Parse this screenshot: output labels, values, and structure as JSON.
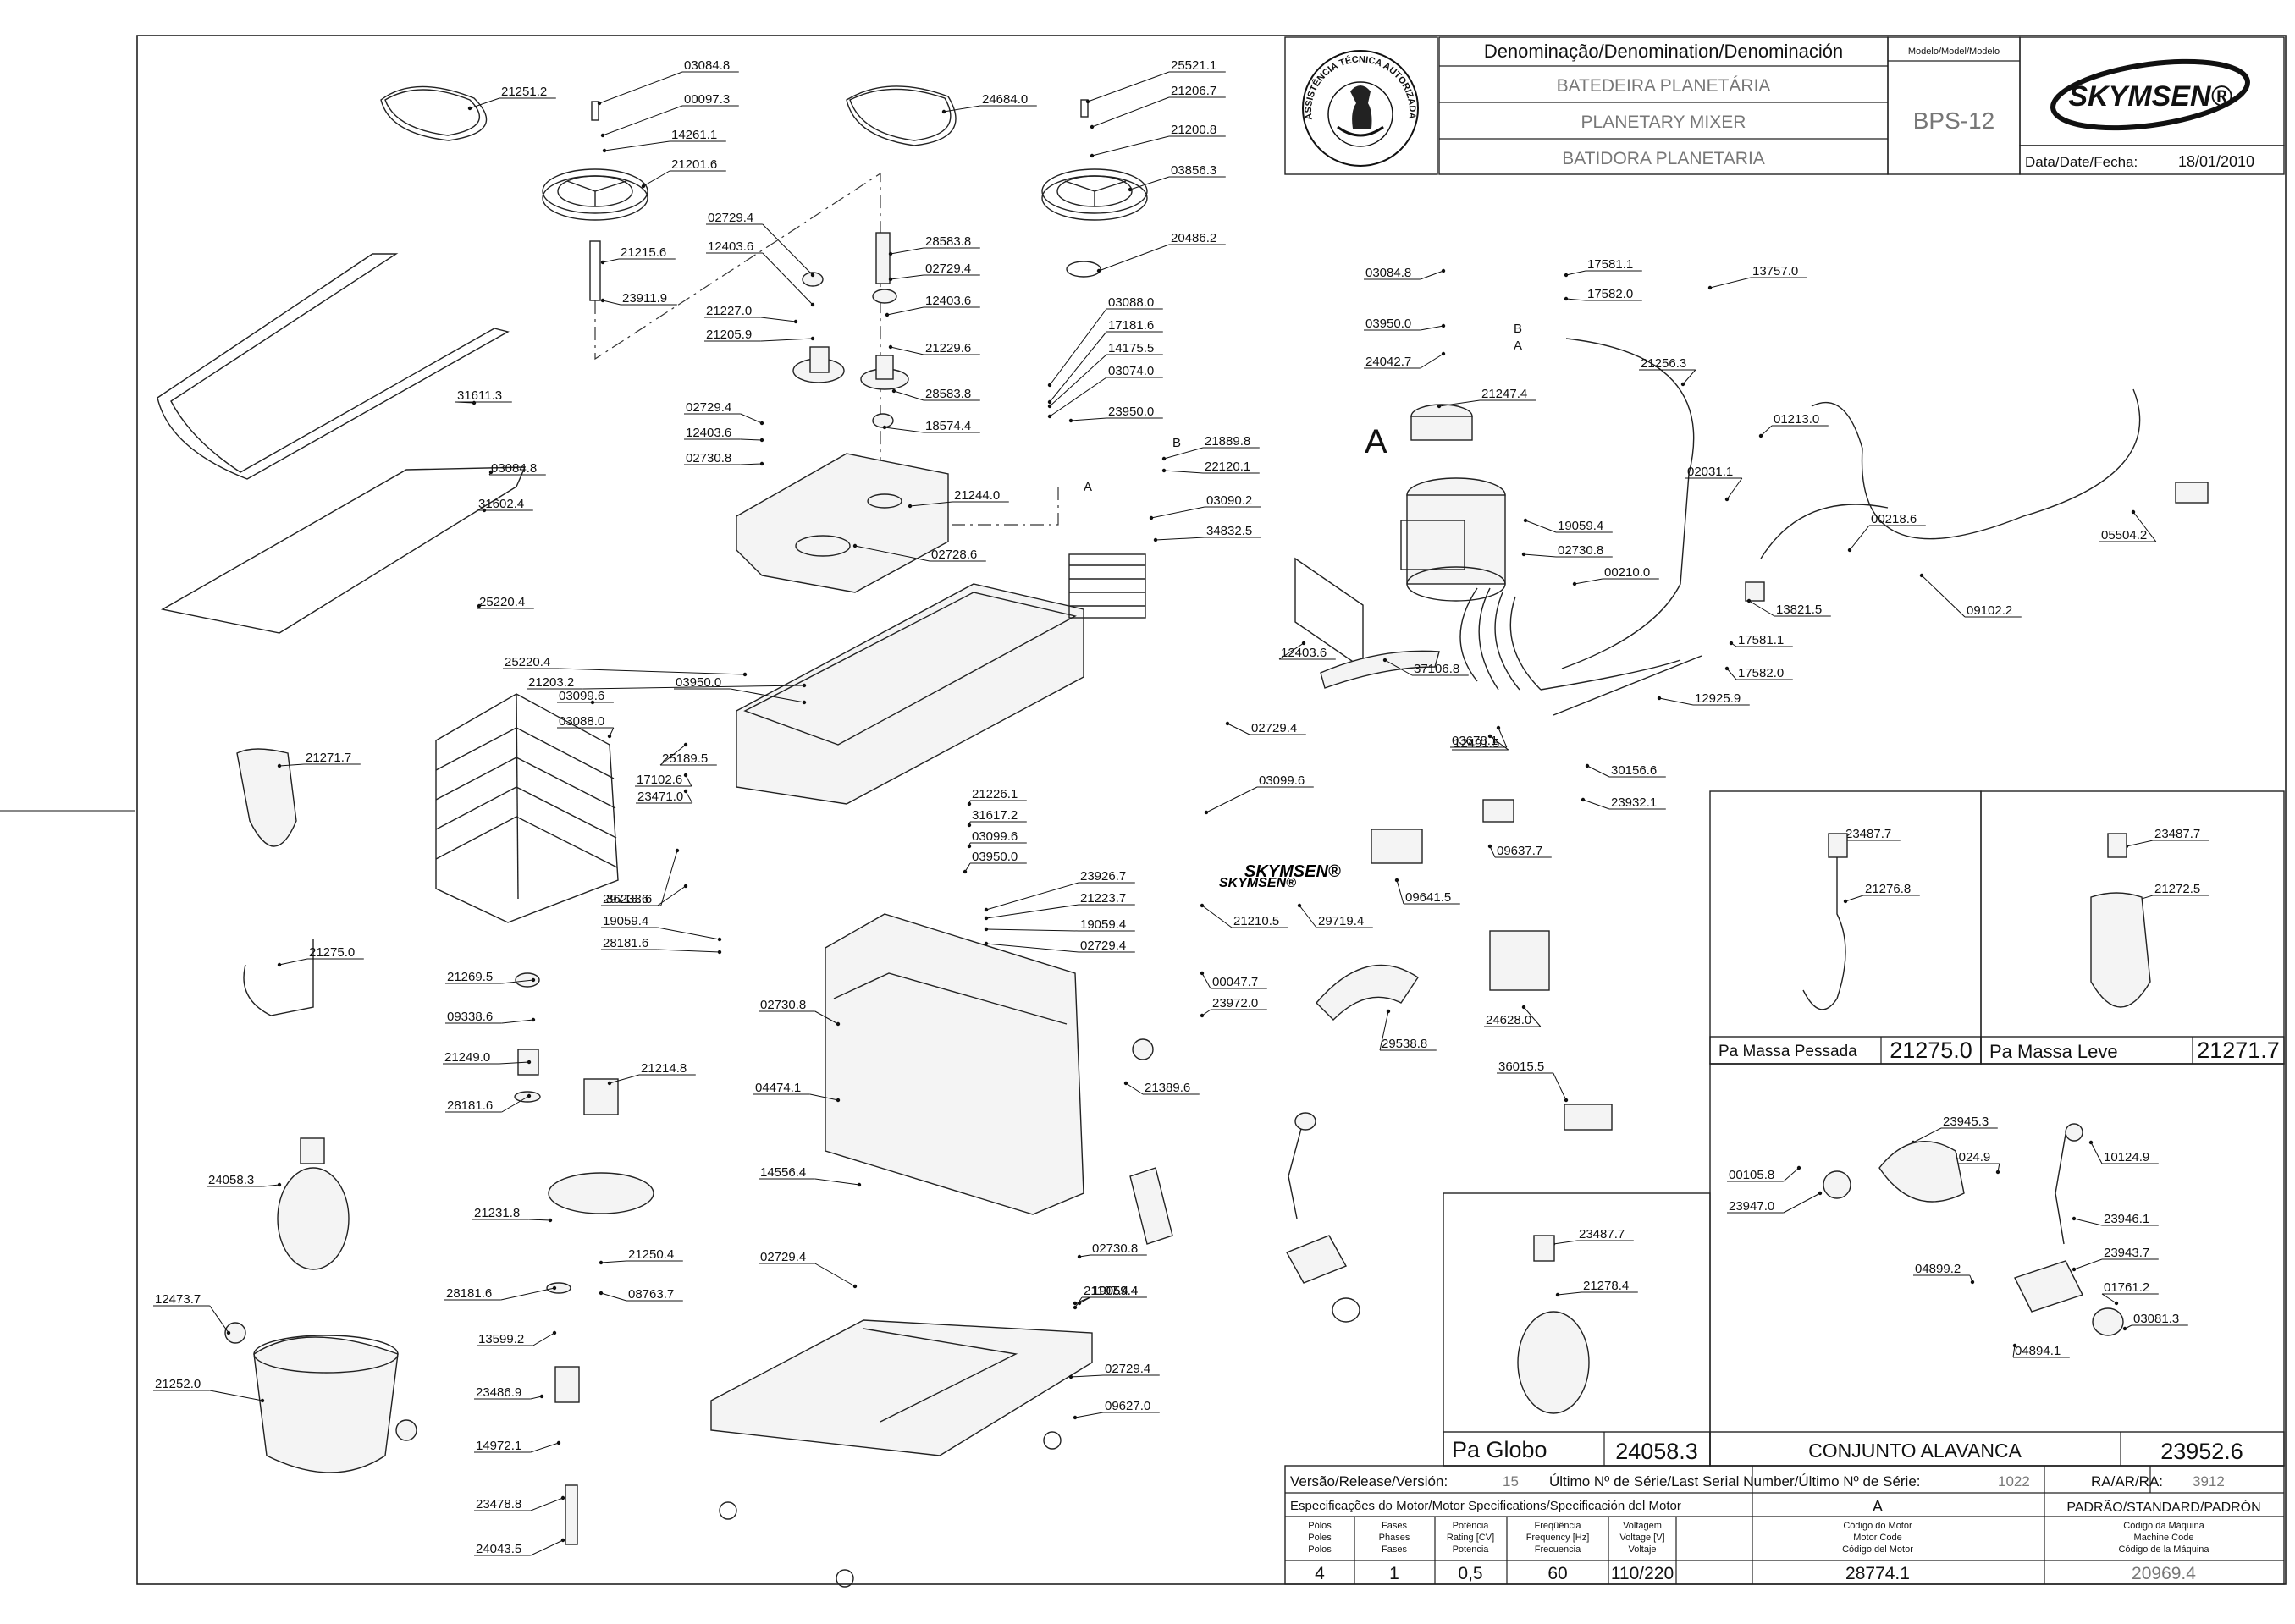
{
  "header": {
    "denomination_label": "Denominação/Denomination/Denominación",
    "model_label": "Modelo/Model/Modelo",
    "name_pt": "BATEDEIRA PLANETÁRIA",
    "name_en": "PLANETARY MIXER",
    "name_es": "BATIDORA PLANETARIA",
    "model": "BPS-12",
    "brand": "SKYMSEN®",
    "date_label": "Data/Date/Fecha:",
    "date": "18/01/2010",
    "seal_text": "ASSISTÊNCIA TÉCNICA AUTORIZADA"
  },
  "callouts": [
    "03084.8",
    "00097.3",
    "14261.1",
    "21201.6",
    "21215.6",
    "23911.9",
    "21251.2",
    "24684.0",
    "25521.1",
    "21206.7",
    "21200.8",
    "03856.3",
    "20486.2",
    "02729.4",
    "12403.6",
    "21227.0",
    "21205.9",
    "28583.8",
    "02729.4",
    "12403.6",
    "21229.6",
    "28583.8",
    "18574.4",
    "02729.4",
    "12403.6",
    "02730.8",
    "21244.0",
    "02728.6",
    "03088.0",
    "17181.6",
    "14175.5",
    "03074.0",
    "23950.0",
    "21889.8",
    "22120.1",
    "03090.2",
    "34832.5",
    "31611.3",
    "03084.8",
    "31602.4",
    "25220.4",
    "25220.4",
    "21203.2",
    "03950.0",
    "03099.6",
    "03088.0",
    "25189.5",
    "17102.6",
    "23471.0",
    "36233.6",
    "29718.6",
    "19059.4",
    "28181.6",
    "21226.1",
    "31617.2",
    "03099.6",
    "03950.0",
    "23926.7",
    "21223.7",
    "19059.4",
    "02729.4",
    "02730.8",
    "04474.1",
    "03099.6",
    "21210.5",
    "29719.4",
    "00047.7",
    "23972.0",
    "29538.8",
    "21389.6",
    "14556.4",
    "02729.4",
    "02730.8",
    "19059.4",
    "19059.4",
    "21197.4",
    "02729.4",
    "09627.0",
    "21271.7",
    "21275.0",
    "21269.5",
    "09338.6",
    "21249.0",
    "21214.8",
    "28181.6",
    "24058.3",
    "21231.8",
    "28181.6",
    "21250.4",
    "08763.7",
    "13599.2",
    "12473.7",
    "21252.0",
    "23486.9",
    "14972.1",
    "23478.8",
    "24043.5",
    "03084.8",
    "03950.0",
    "24042.7",
    "21247.4",
    "17581.1",
    "17582.0",
    "13757.0",
    "21256.3",
    "01213.0",
    "02031.1",
    "00218.6",
    "05504.2",
    "19059.4",
    "02730.8",
    "00210.0",
    "13821.5",
    "17581.1",
    "17582.0",
    "09102.2",
    "37106.8",
    "12403.6",
    "02729.4",
    "12925.9",
    "12491.5",
    "03678.1",
    "30156.6",
    "23932.1",
    "09637.7",
    "09641.5",
    "24628.0",
    "36015.5"
  ],
  "callout_texts": {
    "letter_a": "A",
    "letter_b": "B",
    "wire_a": "A",
    "wire_b": "B",
    "arrow_a": "A",
    "arrow_b": "B"
  },
  "detail_views": {
    "massa_pesada": {
      "label": "Pa Massa Pessada",
      "code": "21275.0",
      "callouts": [
        "23487.7",
        "21276.8"
      ]
    },
    "massa_leve": {
      "label": "Pa Massa Leve",
      "code": "21271.7",
      "callouts": [
        "23487.7",
        "21272.5"
      ]
    },
    "globo": {
      "label": "Pa Globo",
      "code": "24058.3",
      "callouts": [
        "23487.7",
        "21278.4"
      ]
    },
    "alavanca": {
      "label": "CONJUNTO ALAVANCA",
      "code": "23952.6",
      "callouts": [
        "23945.3",
        "00105.8",
        "24024.9",
        "10124.9",
        "23947.0",
        "23946.1",
        "23943.7",
        "04899.2",
        "01761.2",
        "03081.3",
        "04894.1"
      ]
    }
  },
  "title_block": {
    "version_label": "Versão/Release/Versión:",
    "version": "15",
    "serial_label": "Último Nº de Série/Last Serial Number/Último Nº de Série:",
    "serial": "1022",
    "ra_label": "RA/AR/RA:",
    "ra": "3912",
    "motor_spec_label": "Especificações do Motor/Motor Specifications/Specificación del Motor",
    "col_a_label": "A",
    "standard_label": "PADRÃO/STANDARD/PADRÓN",
    "poles_label": [
      "Pólos",
      "Poles",
      "Polos"
    ],
    "phases_label": [
      "Fases",
      "Phases",
      "Fases"
    ],
    "power_label": [
      "Potência",
      "Rating [CV]",
      "Potencia"
    ],
    "freq_label": [
      "Freqüência",
      "Frequency [Hz]",
      "Frecuencia"
    ],
    "voltage_label": [
      "Voltagem",
      "Voltage [V]",
      "Voltaje"
    ],
    "motor_code_label": [
      "Código do Motor",
      "Motor Code",
      "Código del Motor"
    ],
    "machine_code_label": [
      "Código da Máquina",
      "Machine Code",
      "Código de la Máquina"
    ],
    "poles": "4",
    "phases": "1",
    "power": "0,5",
    "frequency": "60",
    "voltage": "110/220",
    "motor_code": "28774.1",
    "machine_code": "20969.4"
  }
}
